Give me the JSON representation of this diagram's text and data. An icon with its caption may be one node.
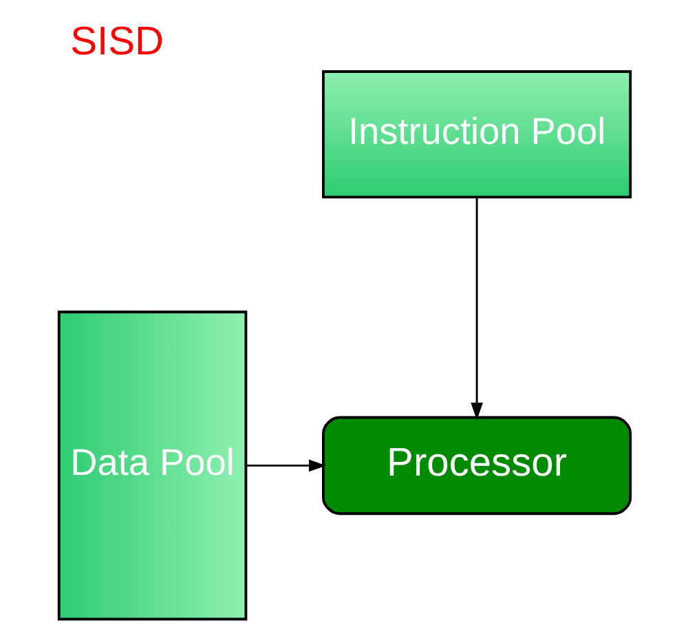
{
  "diagram": {
    "title": "SISD",
    "nodes": [
      {
        "text": [
          "Instruction Pool"
        ]
      },
      {
        "text": [
          "Data Pool"
        ]
      },
      {
        "text": [
          "Processor"
        ]
      }
    ],
    "edges": [
      {
        "from": 0,
        "to": 2,
        "arrow": "to"
      },
      {
        "from": 1,
        "to": 2,
        "arrow": "to"
      }
    ]
  }
}
